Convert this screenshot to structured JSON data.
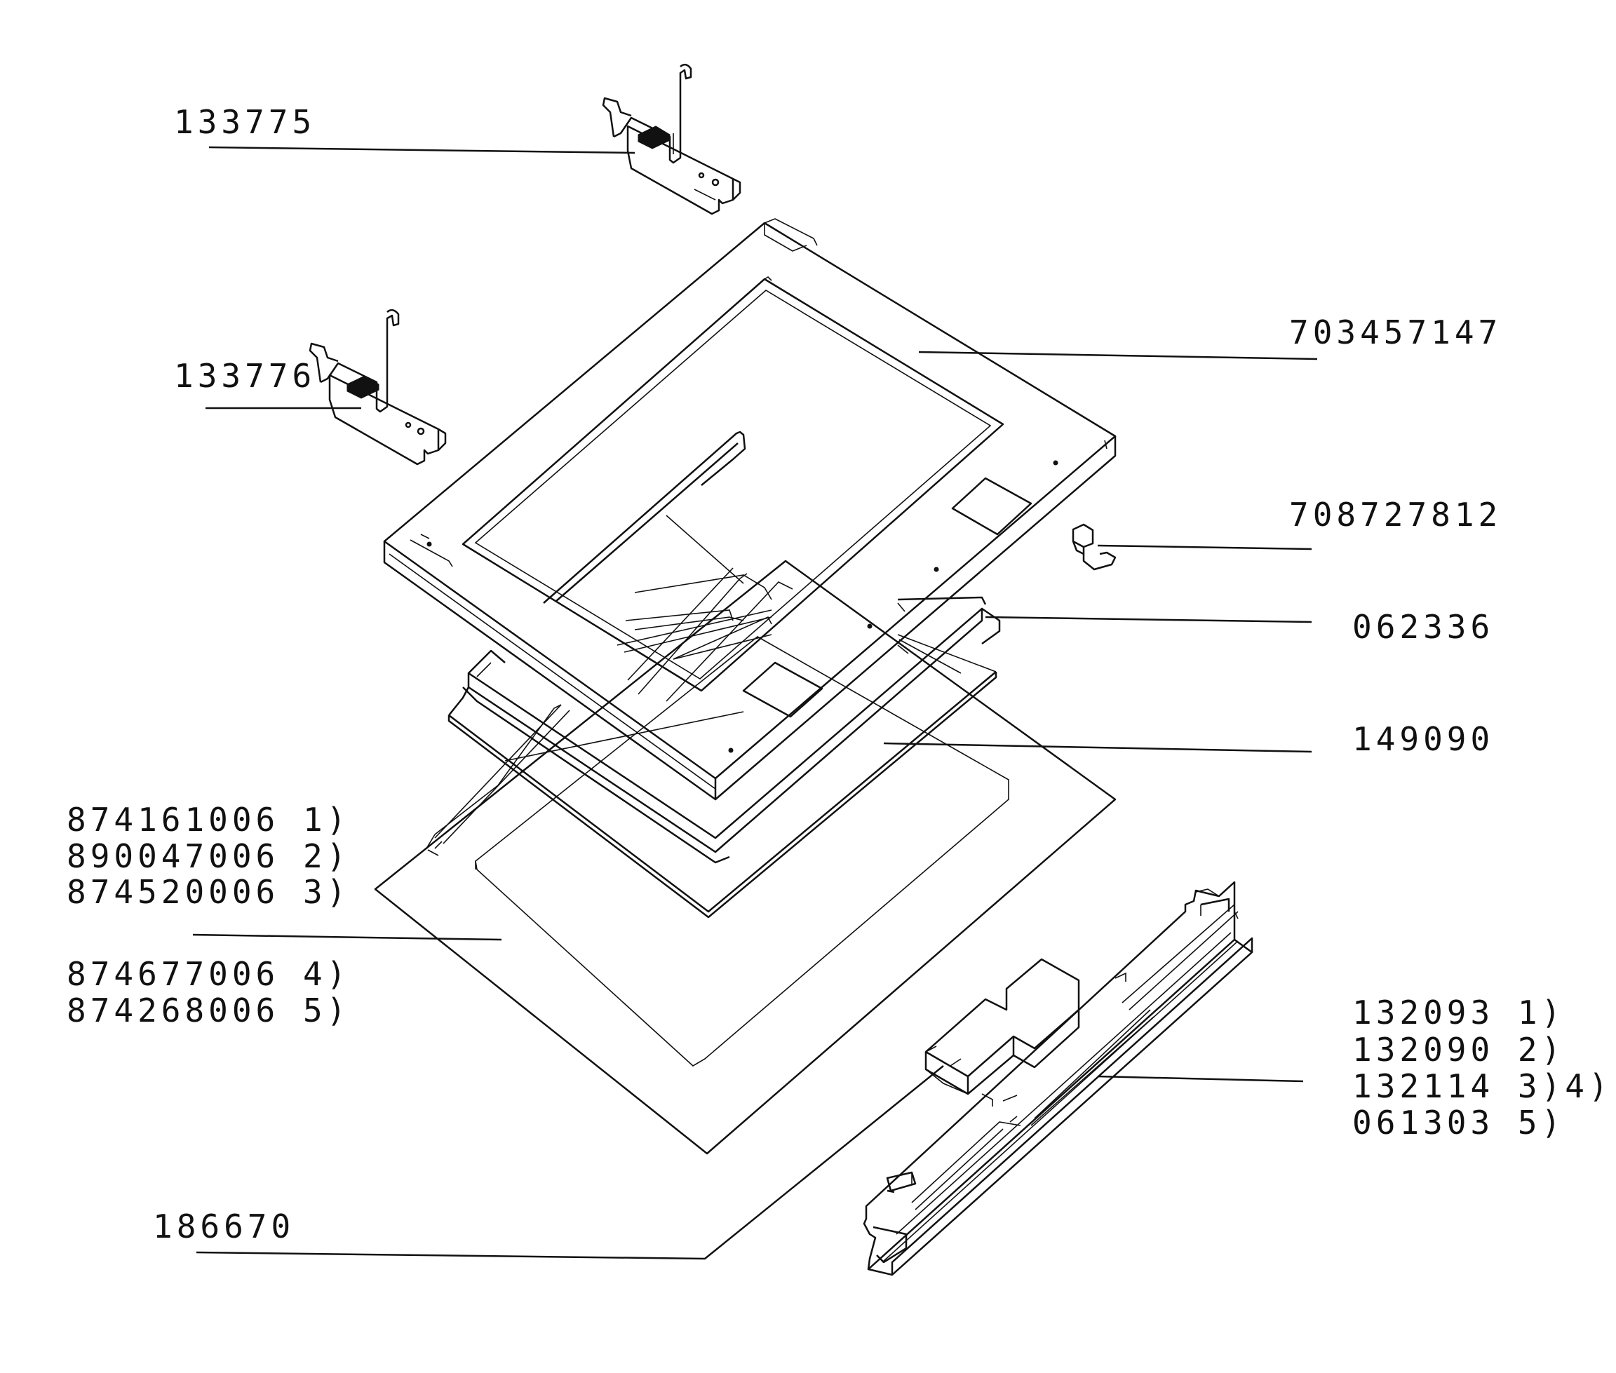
{
  "labels": {
    "hinge_top": "133775",
    "hinge_left": "133776",
    "inner_panel": "703457147",
    "clip": "708727812",
    "seal": "062336",
    "glass_frame": "149090",
    "glass_1": "874161006 1)",
    "glass_2": "890047006 2)",
    "glass_3": "874520006 3)",
    "glass_4": "874677006 4)",
    "glass_5": "874268006 5)",
    "handle_1": "132093 1)",
    "handle_2": "132090 2)",
    "handle_3": "132114 3)4)",
    "handle_4": "061303 5)",
    "spacer": "186670"
  }
}
